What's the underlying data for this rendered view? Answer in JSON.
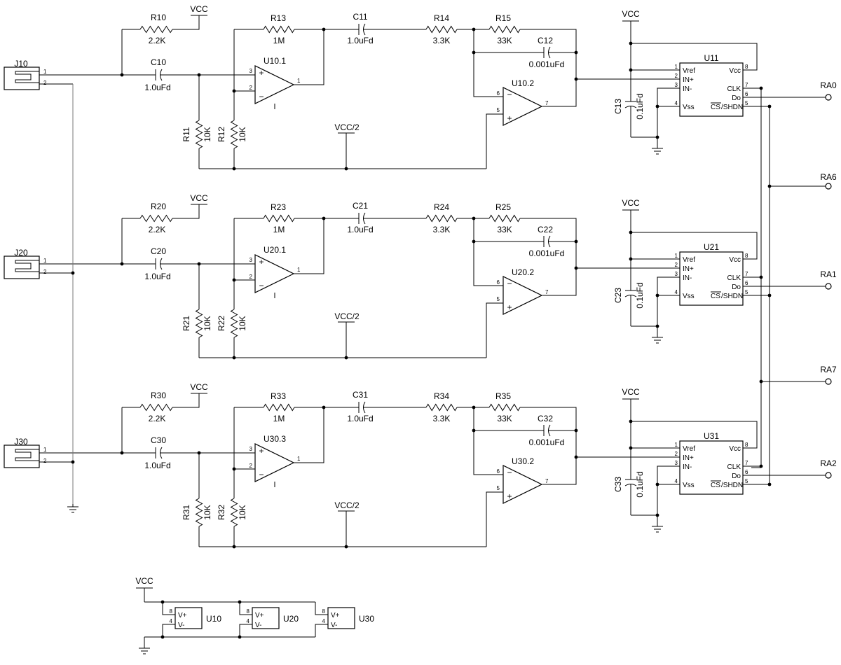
{
  "channels": [
    {
      "jack": "J10",
      "r_bias": "R10",
      "r_bias_val": "2.2K",
      "vcc": "VCC",
      "c_in": "C10",
      "c_in_val": "1.0uFd",
      "r_a": "R11",
      "r_a_val": "10K",
      "r_b": "R12",
      "r_b_val": "10K",
      "r_fb": "R13",
      "r_fb_val": "1M",
      "opamp1": "U10.1",
      "c_cpl": "C11",
      "c_cpl_val": "1.0uFd",
      "r_in2": "R14",
      "r_in2_val": "3.3K",
      "r_fb2": "R15",
      "r_fb2_val": "33K",
      "c_fb2": "C12",
      "c_fb2_val": "0.001uFd",
      "opamp2": "U10.2",
      "vref": "VCC/2",
      "adc": "U11",
      "adc_vcc": "VCC",
      "c_dec": "C13",
      "c_dec_val": "0.1uFd",
      "out": "RA0"
    },
    {
      "jack": "J20",
      "r_bias": "R20",
      "r_bias_val": "2.2K",
      "vcc": "VCC",
      "c_in": "C20",
      "c_in_val": "1.0uFd",
      "r_a": "R21",
      "r_a_val": "10K",
      "r_b": "R22",
      "r_b_val": "10K",
      "r_fb": "R23",
      "r_fb_val": "1M",
      "opamp1": "U20.1",
      "c_cpl": "C21",
      "c_cpl_val": "1.0uFd",
      "r_in2": "R24",
      "r_in2_val": "3.3K",
      "r_fb2": "R25",
      "r_fb2_val": "33K",
      "c_fb2": "C22",
      "c_fb2_val": "0.001uFd",
      "opamp2": "U20.2",
      "vref": "VCC/2",
      "adc": "U21",
      "adc_vcc": "VCC",
      "c_dec": "C23",
      "c_dec_val": "0.1uFd",
      "out": "RA1"
    },
    {
      "jack": "J30",
      "r_bias": "R30",
      "r_bias_val": "2.2K",
      "vcc": "VCC",
      "c_in": "C30",
      "c_in_val": "1.0uFd",
      "r_a": "R31",
      "r_a_val": "10K",
      "r_b": "R32",
      "r_b_val": "10K",
      "r_fb": "R33",
      "r_fb_val": "1M",
      "opamp1": "U30.3",
      "c_cpl": "C31",
      "c_cpl_val": "1.0uFd",
      "r_in2": "R34",
      "r_in2_val": "3.3K",
      "r_fb2": "R35",
      "r_fb2_val": "33K",
      "c_fb2": "C32",
      "c_fb2_val": "0.001uFd",
      "opamp2": "U30.2",
      "vref": "VCC/2",
      "adc": "U31",
      "adc_vcc": "VCC",
      "c_dec": "C33",
      "c_dec_val": "0.1uFd",
      "out": "RA2"
    }
  ],
  "shared_outputs": [
    "RA6",
    "RA7"
  ],
  "adc_pins": {
    "vref": "Vref",
    "inp": "IN+",
    "inm": "IN-",
    "vss": "Vss",
    "vcc": "Vcc",
    "clk": "CLK",
    "do": "Do",
    "cs_bar": "CS",
    "shdn": "/SHDN",
    "nums": [
      "1",
      "2",
      "3",
      "4",
      "8",
      "7",
      "6",
      "5"
    ]
  },
  "jack_pins": [
    "1",
    "2"
  ],
  "opamp_pins": {
    "p1": [
      "3",
      "2",
      "1"
    ],
    "p2": [
      "6",
      "5",
      "7"
    ]
  },
  "power": {
    "vcc": "VCC",
    "vplus": "V+",
    "vminus": "V-",
    "pin_vp": "8",
    "pin_vm": "4",
    "units": [
      "U10",
      "U20",
      "U30"
    ]
  }
}
